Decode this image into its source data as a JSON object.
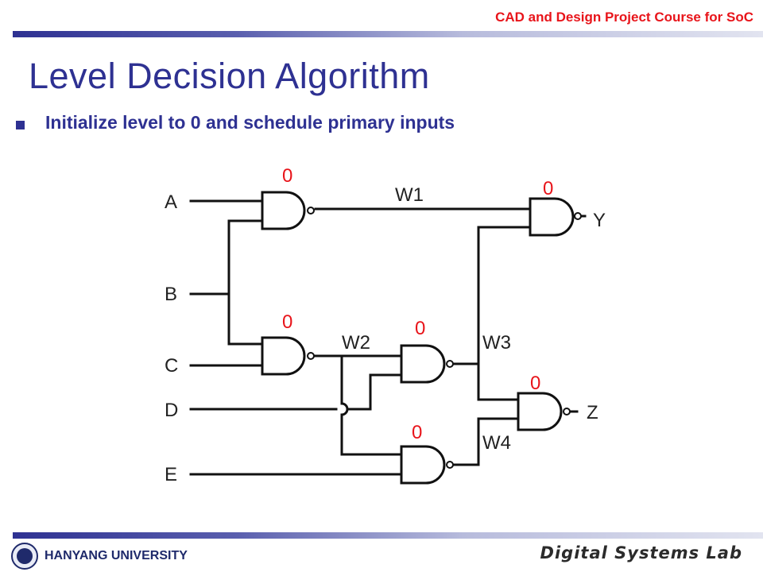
{
  "header": {
    "course": "CAD and Design Project Course for SoC",
    "title": "Level Decision Algorithm",
    "bullet": "Initialize level to 0 and schedule primary inputs"
  },
  "circuit": {
    "inputs": [
      "A",
      "B",
      "C",
      "D",
      "E"
    ],
    "outputs": [
      "Y",
      "Z"
    ],
    "wires": [
      "W1",
      "W2",
      "W3",
      "W4"
    ],
    "gate_levels": {
      "g1": "0",
      "g2": "0",
      "g3": "0",
      "g4": "0",
      "g5": "0",
      "g6": "0"
    }
  },
  "footer": {
    "university": "HANYANG UNIVERSITY",
    "lab": "Digital Systems Lab"
  },
  "colors": {
    "accent": "#2e3192",
    "highlight": "#e8141a",
    "wire": "#111111"
  },
  "icons": {
    "logo": "university-emblem-icon",
    "bullet": "square-bullet-icon"
  }
}
